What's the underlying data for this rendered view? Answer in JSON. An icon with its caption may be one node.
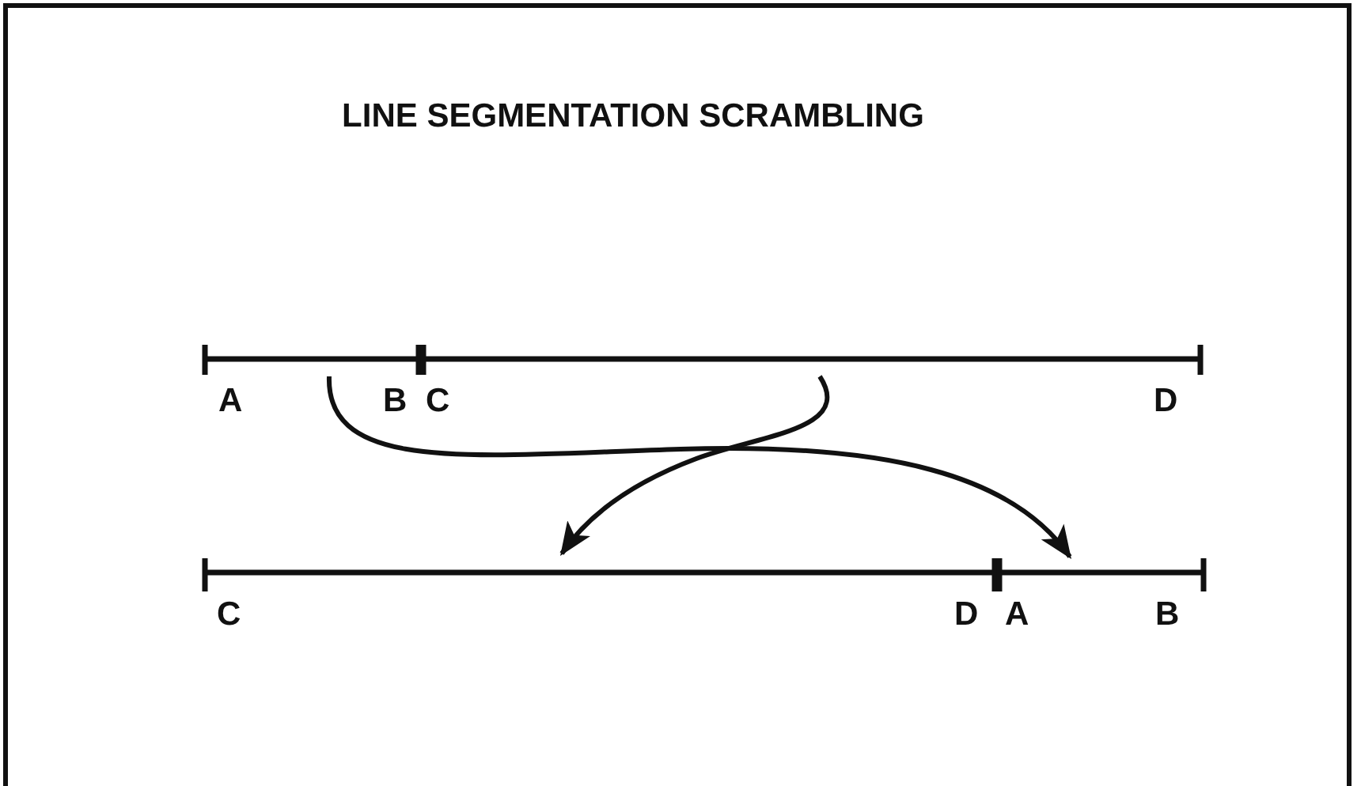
{
  "diagram": {
    "title": "LINE SEGMENTATION SCRAMBLING",
    "nodes": [
      {
        "text": [],
        "shape": "bar",
        "beside": [
          "A",
          "B"
        ]
      },
      {
        "text": [],
        "shape": "bar",
        "beside": [
          "C",
          "D"
        ]
      },
      {
        "text": [],
        "shape": "bar",
        "beside": [
          "C",
          "D"
        ]
      },
      {
        "text": [],
        "shape": "bar",
        "beside": [
          "A",
          "B"
        ]
      }
    ],
    "edges": [
      {
        "from": 0,
        "to": 3,
        "arrow": "to"
      },
      {
        "from": 1,
        "to": 2,
        "arrow": "to"
      }
    ]
  }
}
